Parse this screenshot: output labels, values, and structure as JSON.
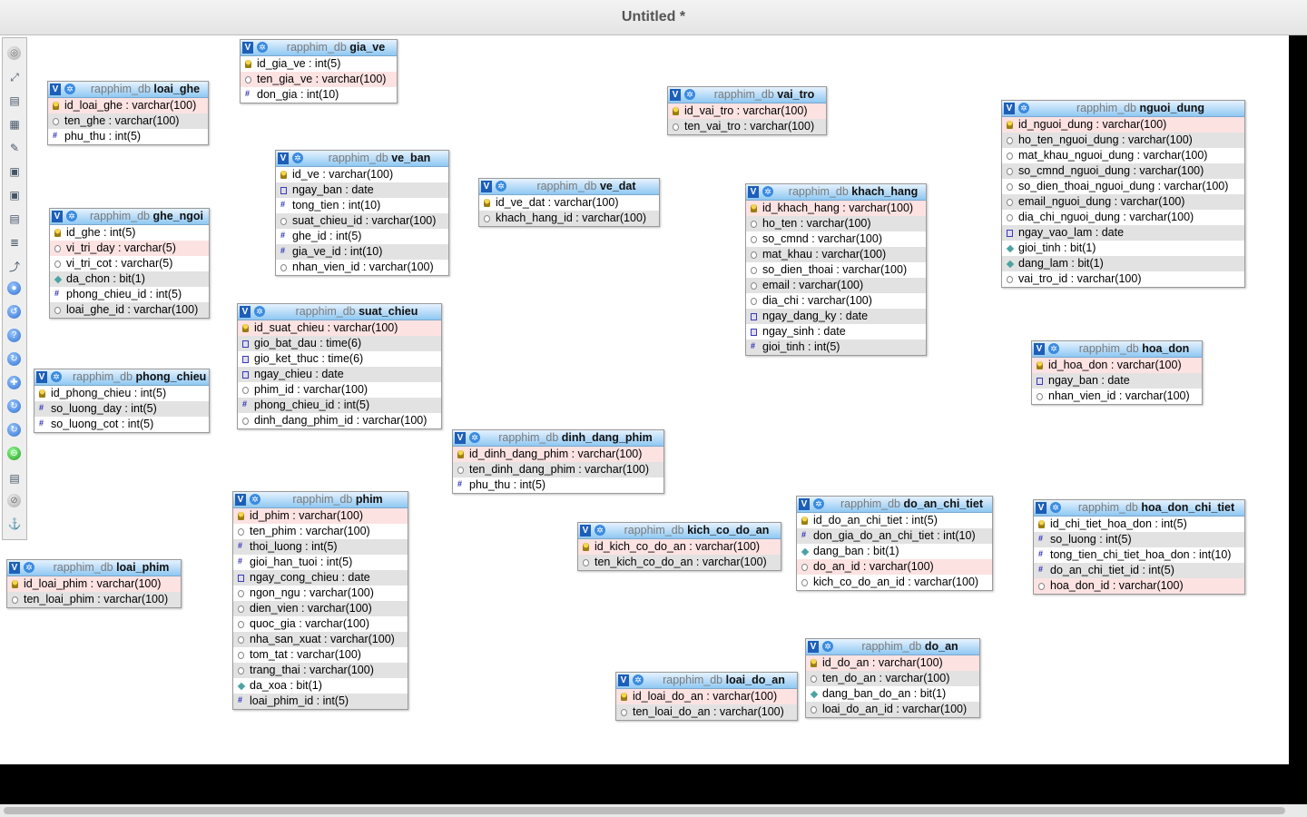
{
  "window": {
    "title": "Untitled *"
  },
  "toolbar": {
    "buttons": [
      {
        "name": "zoom-fit-icon",
        "glyph": "◎",
        "kind": "grey"
      },
      {
        "name": "expand-icon",
        "glyph": "⤢",
        "kind": "plain"
      },
      {
        "name": "new-page-icon",
        "glyph": "▤",
        "kind": "plain"
      },
      {
        "name": "export-icon",
        "glyph": "▦",
        "kind": "plain"
      },
      {
        "name": "edit-icon",
        "glyph": "✎",
        "kind": "plain"
      },
      {
        "name": "save-icon",
        "glyph": "▣",
        "kind": "plain"
      },
      {
        "name": "save-all-icon",
        "glyph": "▣",
        "kind": "plain"
      },
      {
        "name": "print-icon",
        "glyph": "▤",
        "kind": "plain"
      },
      {
        "name": "list-icon",
        "glyph": "≣",
        "kind": "plain"
      },
      {
        "name": "relation-icon",
        "glyph": "⤴",
        "kind": "plain"
      },
      {
        "name": "zoom-in-icon",
        "glyph": "●",
        "kind": "circ"
      },
      {
        "name": "zoom-out-icon",
        "glyph": "↺",
        "kind": "circ"
      },
      {
        "name": "help-icon",
        "glyph": "?",
        "kind": "circ"
      },
      {
        "name": "refresh-icon",
        "glyph": "↻",
        "kind": "circ"
      },
      {
        "name": "center-icon",
        "glyph": "✚",
        "kind": "circ"
      },
      {
        "name": "reload-icon",
        "glyph": "↻",
        "kind": "circ"
      },
      {
        "name": "layout-icon",
        "glyph": "↻",
        "kind": "circ"
      },
      {
        "name": "toggle-relations-icon",
        "glyph": "⊖",
        "kind": "green"
      },
      {
        "name": "export-pdf-icon",
        "glyph": "▤",
        "kind": "plain"
      },
      {
        "name": "close-icon",
        "glyph": "⊘",
        "kind": "grey"
      },
      {
        "name": "anchor-icon",
        "glyph": "⚓",
        "kind": "plain"
      }
    ]
  },
  "tables": [
    {
      "id": "loai_ghe",
      "db": "rapphim_db",
      "name": "loai_ghe",
      "cols": [
        {
          "t": "id_loai_ghe : varchar(100)",
          "i": "key",
          "s": "pk"
        },
        {
          "t": "ten_ghe : varchar(100)",
          "i": "str",
          "s": "alt"
        },
        {
          "t": "phu_thu : int(5)",
          "i": "num",
          "s": ""
        }
      ]
    },
    {
      "id": "gia_ve",
      "db": "rapphim_db",
      "name": "gia_ve",
      "cols": [
        {
          "t": "id_gia_ve : int(5)",
          "i": "key",
          "s": ""
        },
        {
          "t": "ten_gia_ve : varchar(100)",
          "i": "str",
          "s": "pk"
        },
        {
          "t": "don_gia : int(10)",
          "i": "num",
          "s": ""
        }
      ]
    },
    {
      "id": "ghe_ngoi",
      "db": "rapphim_db",
      "name": "ghe_ngoi",
      "cols": [
        {
          "t": "id_ghe : int(5)",
          "i": "key",
          "s": ""
        },
        {
          "t": "vi_tri_day : varchar(5)",
          "i": "str",
          "s": "pk"
        },
        {
          "t": "vi_tri_cot : varchar(5)",
          "i": "str",
          "s": ""
        },
        {
          "t": "da_chon : bit(1)",
          "i": "bit",
          "s": "alt"
        },
        {
          "t": "phong_chieu_id : int(5)",
          "i": "num",
          "s": ""
        },
        {
          "t": "loai_ghe_id : varchar(100)",
          "i": "str",
          "s": "alt"
        }
      ]
    },
    {
      "id": "ve_ban",
      "db": "rapphim_db",
      "name": "ve_ban",
      "cols": [
        {
          "t": "id_ve : varchar(100)",
          "i": "key",
          "s": ""
        },
        {
          "t": "ngay_ban : date",
          "i": "date",
          "s": "alt"
        },
        {
          "t": "tong_tien : int(10)",
          "i": "num",
          "s": ""
        },
        {
          "t": "suat_chieu_id : varchar(100)",
          "i": "str",
          "s": "alt"
        },
        {
          "t": "ghe_id : int(5)",
          "i": "num",
          "s": ""
        },
        {
          "t": "gia_ve_id : int(10)",
          "i": "num",
          "s": "alt"
        },
        {
          "t": "nhan_vien_id : varchar(100)",
          "i": "str",
          "s": ""
        }
      ]
    },
    {
      "id": "ve_dat",
      "db": "rapphim_db",
      "name": "ve_dat",
      "cols": [
        {
          "t": "id_ve_dat : varchar(100)",
          "i": "key",
          "s": ""
        },
        {
          "t": "khach_hang_id : varchar(100)",
          "i": "str",
          "s": "alt"
        }
      ]
    },
    {
      "id": "vai_tro",
      "db": "rapphim_db",
      "name": "vai_tro",
      "cols": [
        {
          "t": "id_vai_tro : varchar(100)",
          "i": "key",
          "s": "pk"
        },
        {
          "t": "ten_vai_tro : varchar(100)",
          "i": "str",
          "s": "alt"
        }
      ]
    },
    {
      "id": "khach_hang",
      "db": "rapphim_db",
      "name": "khach_hang",
      "cols": [
        {
          "t": "id_khach_hang : varchar(100)",
          "i": "key",
          "s": "pk"
        },
        {
          "t": "ho_ten : varchar(100)",
          "i": "str",
          "s": "alt"
        },
        {
          "t": "so_cmnd : varchar(100)",
          "i": "str",
          "s": ""
        },
        {
          "t": "mat_khau : varchar(100)",
          "i": "str",
          "s": "alt"
        },
        {
          "t": "so_dien_thoai : varchar(100)",
          "i": "str",
          "s": ""
        },
        {
          "t": "email : varchar(100)",
          "i": "str",
          "s": "alt"
        },
        {
          "t": "dia_chi : varchar(100)",
          "i": "str",
          "s": ""
        },
        {
          "t": "ngay_dang_ky : date",
          "i": "date",
          "s": "alt"
        },
        {
          "t": "ngay_sinh : date",
          "i": "date",
          "s": ""
        },
        {
          "t": "gioi_tinh : int(5)",
          "i": "num",
          "s": "alt"
        }
      ]
    },
    {
      "id": "nguoi_dung",
      "db": "rapphim_db",
      "name": "nguoi_dung",
      "cols": [
        {
          "t": "id_nguoi_dung : varchar(100)",
          "i": "key",
          "s": "pk"
        },
        {
          "t": "ho_ten_nguoi_dung : varchar(100)",
          "i": "str",
          "s": "alt"
        },
        {
          "t": "mat_khau_nguoi_dung : varchar(100)",
          "i": "str",
          "s": ""
        },
        {
          "t": "so_cmnd_nguoi_dung : varchar(100)",
          "i": "str",
          "s": "alt"
        },
        {
          "t": "so_dien_thoai_nguoi_dung : varchar(100)",
          "i": "str",
          "s": ""
        },
        {
          "t": "email_nguoi_dung : varchar(100)",
          "i": "str",
          "s": "alt"
        },
        {
          "t": "dia_chi_nguoi_dung : varchar(100)",
          "i": "str",
          "s": ""
        },
        {
          "t": "ngay_vao_lam : date",
          "i": "date",
          "s": "alt"
        },
        {
          "t": "gioi_tinh : bit(1)",
          "i": "bit",
          "s": ""
        },
        {
          "t": "dang_lam : bit(1)",
          "i": "bit",
          "s": "alt"
        },
        {
          "t": "vai_tro_id : varchar(100)",
          "i": "str",
          "s": ""
        }
      ]
    },
    {
      "id": "suat_chieu",
      "db": "rapphim_db",
      "name": "suat_chieu",
      "cols": [
        {
          "t": "id_suat_chieu : varchar(100)",
          "i": "key",
          "s": "pk"
        },
        {
          "t": "gio_bat_dau : time(6)",
          "i": "date",
          "s": "alt"
        },
        {
          "t": "gio_ket_thuc : time(6)",
          "i": "date",
          "s": ""
        },
        {
          "t": "ngay_chieu : date",
          "i": "date",
          "s": "alt"
        },
        {
          "t": "phim_id : varchar(100)",
          "i": "str",
          "s": ""
        },
        {
          "t": "phong_chieu_id : int(5)",
          "i": "num",
          "s": "alt"
        },
        {
          "t": "dinh_dang_phim_id : varchar(100)",
          "i": "str",
          "s": ""
        }
      ]
    },
    {
      "id": "phong_chieu",
      "db": "rapphim_db",
      "name": "phong_chieu",
      "cols": [
        {
          "t": "id_phong_chieu : int(5)",
          "i": "key",
          "s": ""
        },
        {
          "t": "so_luong_day : int(5)",
          "i": "num",
          "s": "alt"
        },
        {
          "t": "so_luong_cot : int(5)",
          "i": "num",
          "s": ""
        }
      ]
    },
    {
      "id": "hoa_don",
      "db": "rapphim_db",
      "name": "hoa_don",
      "cols": [
        {
          "t": "id_hoa_don : varchar(100)",
          "i": "key",
          "s": "pk"
        },
        {
          "t": "ngay_ban : date",
          "i": "date",
          "s": "alt"
        },
        {
          "t": "nhan_vien_id : varchar(100)",
          "i": "str",
          "s": ""
        }
      ]
    },
    {
      "id": "dinh_dang_phim",
      "db": "rapphim_db",
      "name": "dinh_dang_phim",
      "cols": [
        {
          "t": "id_dinh_dang_phim : varchar(100)",
          "i": "key",
          "s": "pk"
        },
        {
          "t": "ten_dinh_dang_phim : varchar(100)",
          "i": "str",
          "s": "alt"
        },
        {
          "t": "phu_thu : int(5)",
          "i": "num",
          "s": ""
        }
      ]
    },
    {
      "id": "phim",
      "db": "rapphim_db",
      "name": "phim",
      "cols": [
        {
          "t": "id_phim : varchar(100)",
          "i": "key",
          "s": "pk"
        },
        {
          "t": "ten_phim : varchar(100)",
          "i": "str",
          "s": ""
        },
        {
          "t": "thoi_luong : int(5)",
          "i": "num",
          "s": "alt"
        },
        {
          "t": "gioi_han_tuoi : int(5)",
          "i": "num",
          "s": ""
        },
        {
          "t": "ngay_cong_chieu : date",
          "i": "date",
          "s": "alt"
        },
        {
          "t": "ngon_ngu : varchar(100)",
          "i": "str",
          "s": ""
        },
        {
          "t": "dien_vien : varchar(100)",
          "i": "str",
          "s": "alt"
        },
        {
          "t": "quoc_gia : varchar(100)",
          "i": "str",
          "s": ""
        },
        {
          "t": "nha_san_xuat : varchar(100)",
          "i": "str",
          "s": "alt"
        },
        {
          "t": "tom_tat : varchar(100)",
          "i": "str",
          "s": ""
        },
        {
          "t": "trang_thai : varchar(100)",
          "i": "str",
          "s": "alt"
        },
        {
          "t": "da_xoa : bit(1)",
          "i": "bit",
          "s": ""
        },
        {
          "t": "loai_phim_id : int(5)",
          "i": "num",
          "s": "alt"
        }
      ]
    },
    {
      "id": "do_an_chi_tiet",
      "db": "rapphim_db",
      "name": "do_an_chi_tiet",
      "cols": [
        {
          "t": "id_do_an_chi_tiet : int(5)",
          "i": "key",
          "s": ""
        },
        {
          "t": "don_gia_do_an_chi_tiet : int(10)",
          "i": "num",
          "s": "alt"
        },
        {
          "t": "dang_ban : bit(1)",
          "i": "bit",
          "s": ""
        },
        {
          "t": "do_an_id : varchar(100)",
          "i": "str",
          "s": "pk"
        },
        {
          "t": "kich_co_do_an_id : varchar(100)",
          "i": "str",
          "s": ""
        }
      ]
    },
    {
      "id": "hoa_don_chi_tiet",
      "db": "rapphim_db",
      "name": "hoa_don_chi_tiet",
      "cols": [
        {
          "t": "id_chi_tiet_hoa_don : int(5)",
          "i": "key",
          "s": ""
        },
        {
          "t": "so_luong : int(5)",
          "i": "num",
          "s": "alt"
        },
        {
          "t": "tong_tien_chi_tiet_hoa_don : int(10)",
          "i": "num",
          "s": ""
        },
        {
          "t": "do_an_chi_tiet_id : int(5)",
          "i": "num",
          "s": "alt"
        },
        {
          "t": "hoa_don_id : varchar(100)",
          "i": "str",
          "s": "pk"
        }
      ]
    },
    {
      "id": "kich_co_do_an",
      "db": "rapphim_db",
      "name": "kich_co_do_an",
      "cols": [
        {
          "t": "id_kich_co_do_an : varchar(100)",
          "i": "key",
          "s": "pk"
        },
        {
          "t": "ten_kich_co_do_an : varchar(100)",
          "i": "str",
          "s": "alt"
        }
      ]
    },
    {
      "id": "loai_phim",
      "db": "rapphim_db",
      "name": "loai_phim",
      "cols": [
        {
          "t": "id_loai_phim : varchar(100)",
          "i": "key",
          "s": "pk"
        },
        {
          "t": "ten_loai_phim : varchar(100)",
          "i": "str",
          "s": "alt"
        }
      ]
    },
    {
      "id": "do_an",
      "db": "rapphim_db",
      "name": "do_an",
      "cols": [
        {
          "t": "id_do_an : varchar(100)",
          "i": "key",
          "s": "pk"
        },
        {
          "t": "ten_do_an : varchar(100)",
          "i": "str",
          "s": "alt"
        },
        {
          "t": "dang_ban_do_an : bit(1)",
          "i": "bit",
          "s": ""
        },
        {
          "t": "loai_do_an_id : varchar(100)",
          "i": "str",
          "s": "alt"
        }
      ]
    },
    {
      "id": "loai_do_an",
      "db": "rapphim_db",
      "name": "loai_do_an",
      "cols": [
        {
          "t": "id_loai_do_an : varchar(100)",
          "i": "key",
          "s": "pk"
        },
        {
          "t": "ten_loai_do_an : varchar(100)",
          "i": "str",
          "s": "alt"
        }
      ]
    }
  ]
}
